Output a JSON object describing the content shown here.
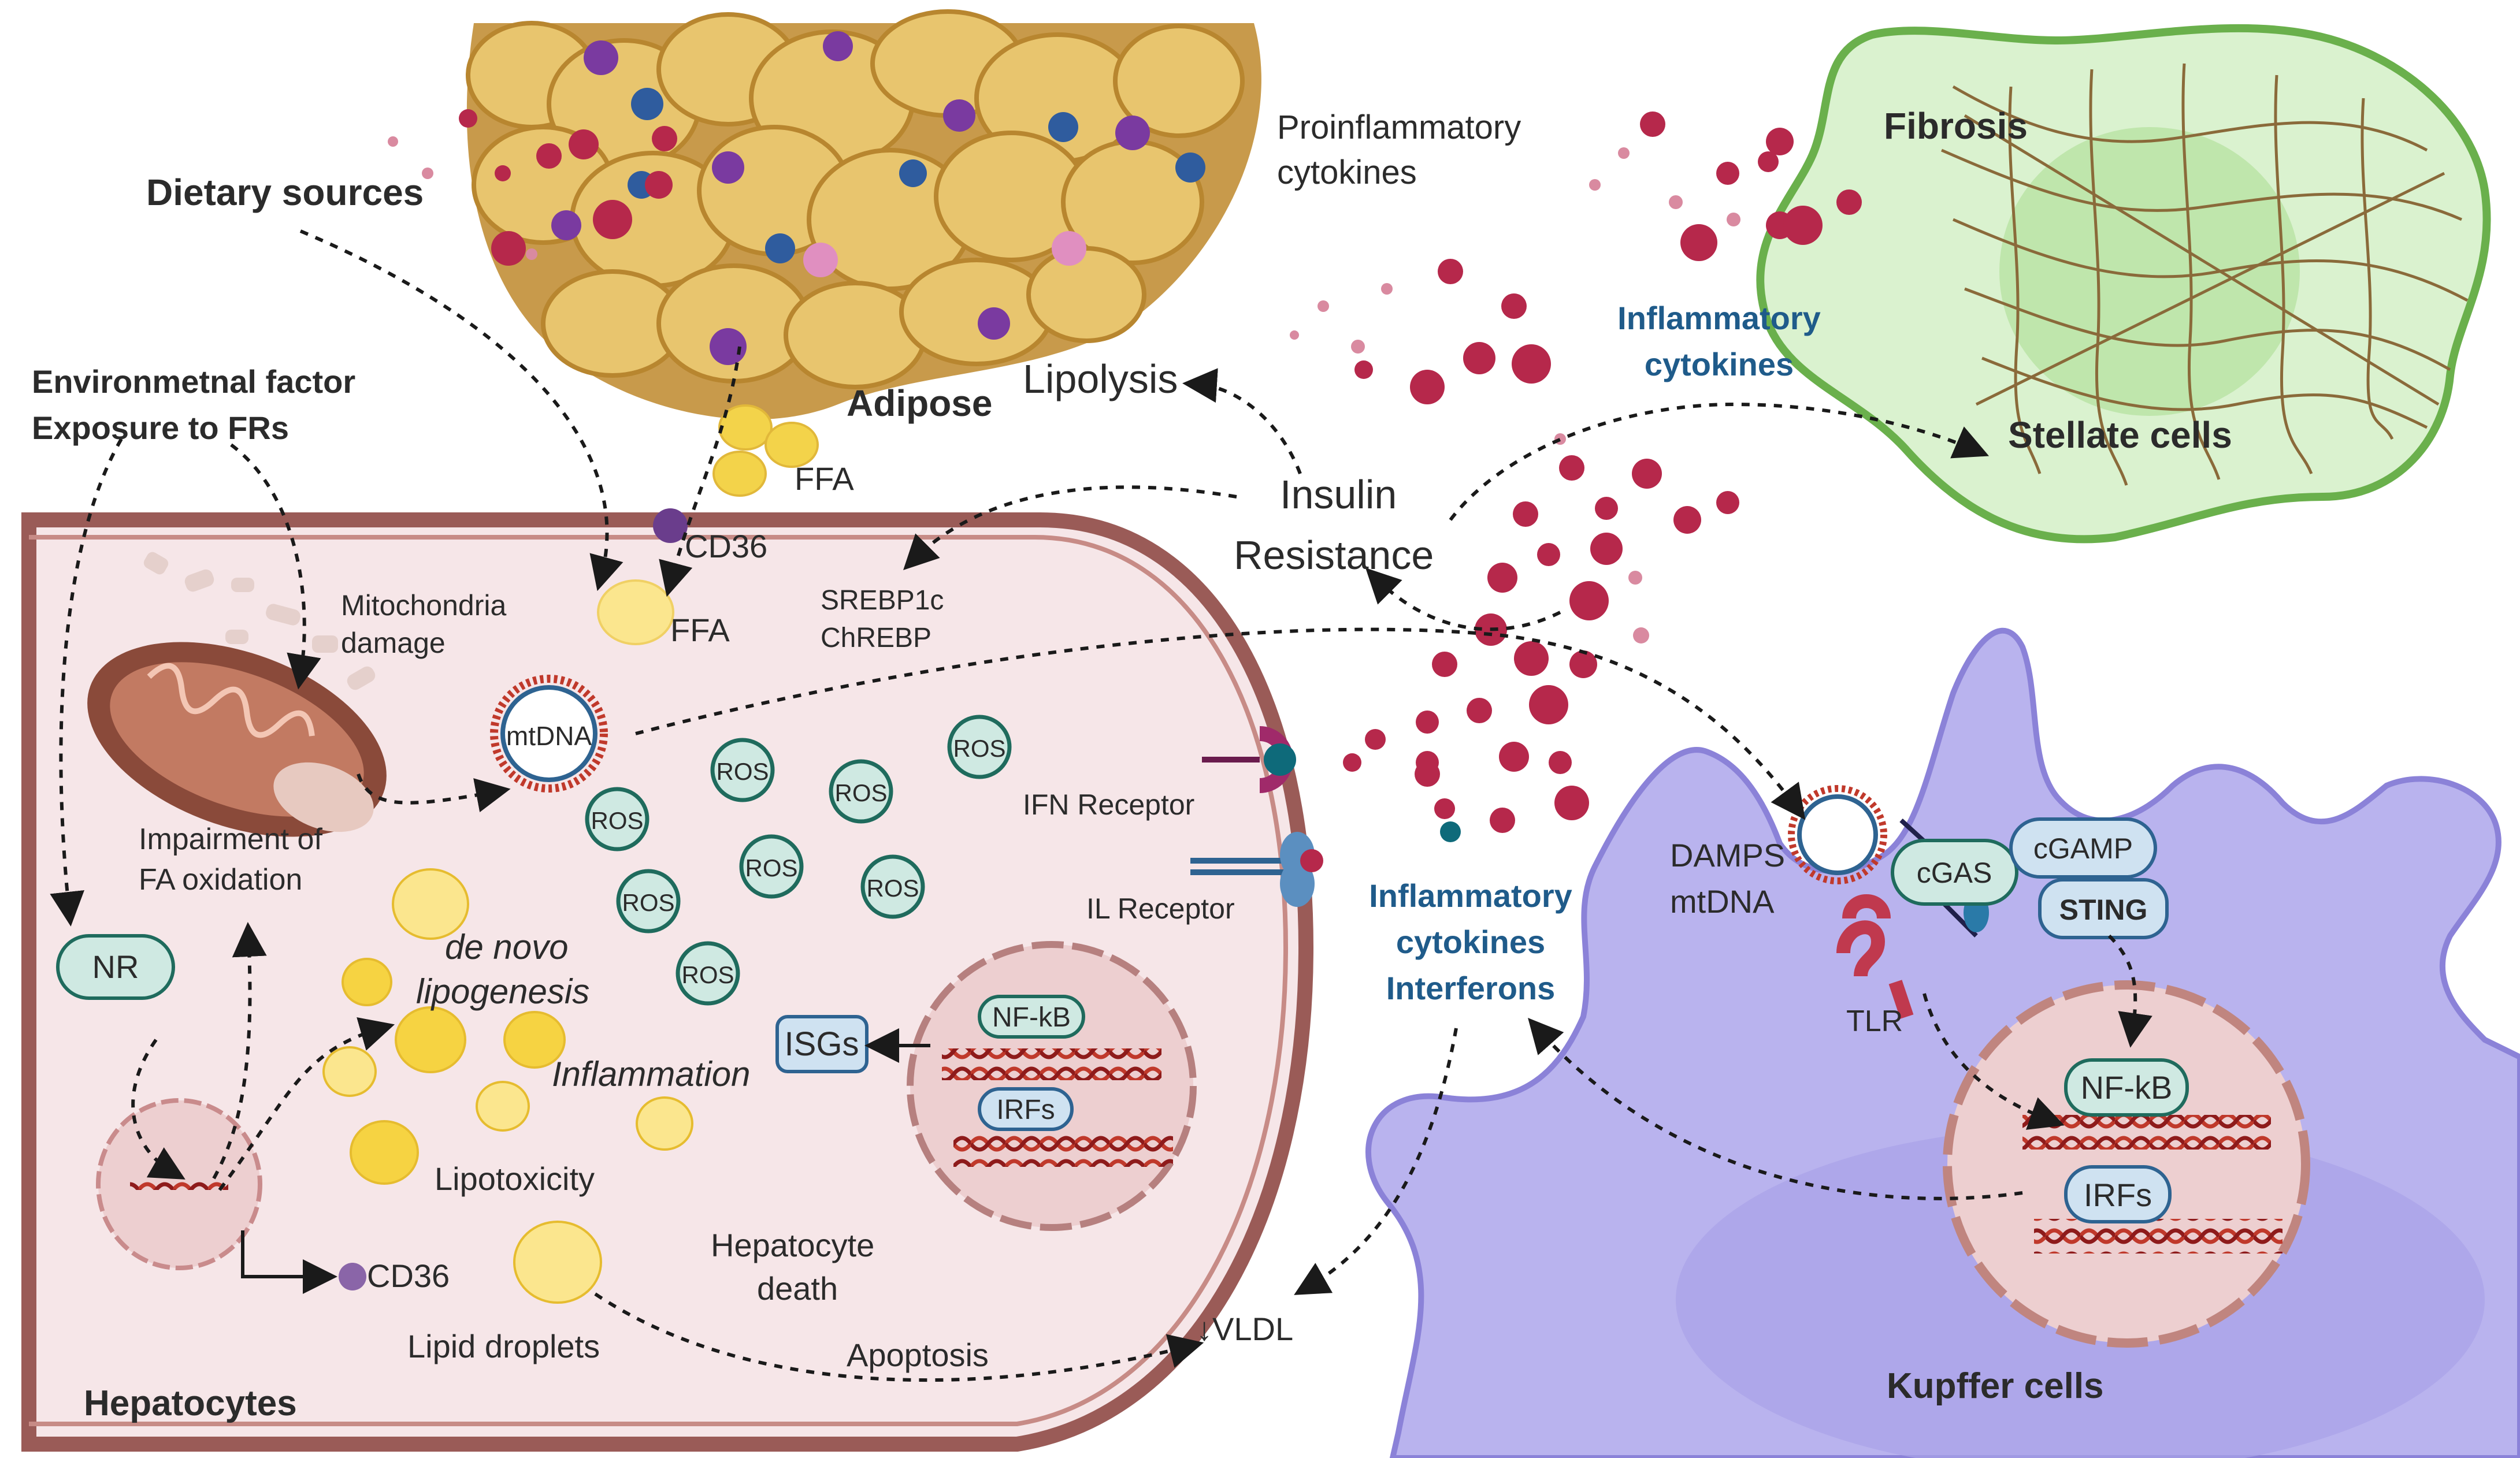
{
  "labels": {
    "dietary_sources": "Dietary sources",
    "environmental_factor": "Environmetnal factor",
    "exposure_frs": "Exposure to FRs",
    "adipose": "Adipose",
    "proinflammatory": "Proinflammatory",
    "cytokines": "cytokines",
    "ffa_top": "FFA",
    "cd36_top": "CD36",
    "ffa_inner": "FFA",
    "lipolysis": "Lipolysis",
    "insulin": "Insulin",
    "resistance": "Resistance",
    "srebp1c": "SREBP1c",
    "chrebp": "ChREBP",
    "mito_damage_1": "Mitochondria",
    "mito_damage_2": "damage",
    "mtdna": "mtDNA",
    "ros": "ROS",
    "impairment_1": "Impairment of",
    "impairment_2": "FA oxidation",
    "nr": "NR",
    "de_novo_1": "de novo",
    "de_novo_2": "lipogenesis",
    "inflammation": "Inflammation",
    "isgs": "ISGs",
    "lipotoxicity": "Lipotoxicity",
    "cd36_bottom": "CD36",
    "lipid_droplets": "Lipid droplets",
    "hepatocyte_death_1": "Hepatocyte",
    "hepatocyte_death_2": "death",
    "apoptosis": "Apoptosis",
    "vldl": "↓VLDL",
    "hepatocytes": "Hepatocytes",
    "ifn_receptor": "IFN Receptor",
    "il_receptor": "IL Receptor",
    "nfkb": "NF-kB",
    "irfs": "IRFs",
    "fibrosis": "Fibrosis",
    "inflammatory_cyt_1": "Inflammatory",
    "inflammatory_cyt_2": "cytokines",
    "stellate_cells": "Stellate cells",
    "inflam_bottom_1": "Inflammatory",
    "inflam_bottom_2": "cytokines",
    "inflam_bottom_3": "Interferons",
    "damps": "DAMPS",
    "mtdna_k": "mtDNA",
    "cgas": "cGAS",
    "cgamp": "cGAMP",
    "sting": "STING",
    "tlr": "TLR",
    "nfkb_k": "NF-kB",
    "irfs_k": "IRFs",
    "kupffer": "Kupffer cells"
  },
  "colors": {
    "hepatocyte_fill": "#f6e6e8",
    "hepatocyte_border": "#9a5b57",
    "stellate_fill": "#daf2cf",
    "stellate_border": "#6ab04c",
    "kupffer_fill": "#b9b3ee",
    "cytokine": "#b6284b",
    "label_blue": "#1f5b8a"
  }
}
